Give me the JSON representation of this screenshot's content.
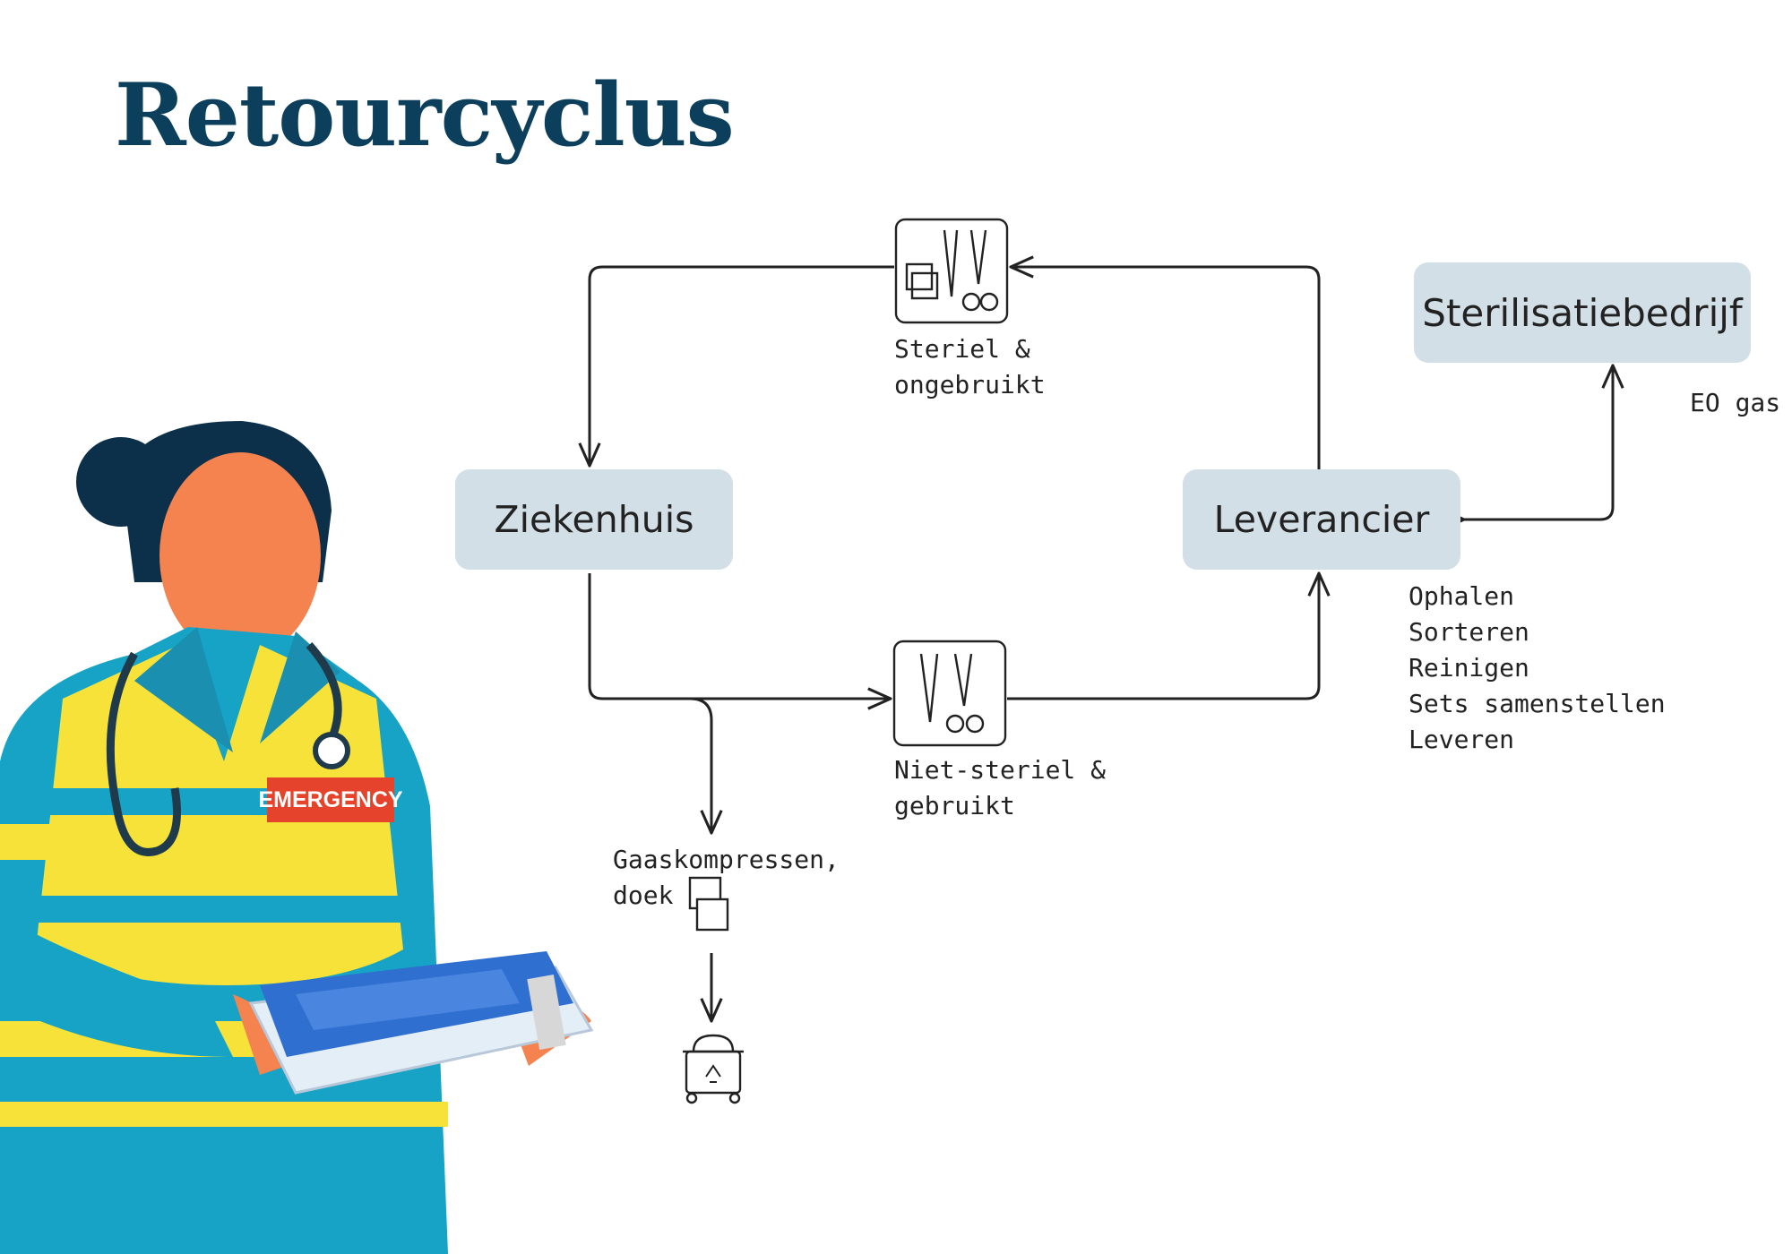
{
  "title": "Retourcyclus",
  "nodes": {
    "hospital": "Ziekenhuis",
    "supplier": "Leverancier",
    "sterilization": "Sterilisatiebedrijf"
  },
  "labels": {
    "sterile": [
      "Steriel &",
      "ongebruikt"
    ],
    "non_sterile": [
      "Niet-steriel &",
      "gebruikt"
    ],
    "gauze": [
      "Gaaskompressen,",
      "doek"
    ],
    "eo_gas": "EO gas",
    "supplier_steps": [
      "Ophalen",
      "Sorteren",
      "Reinigen",
      "Sets samenstellen",
      "Leveren"
    ]
  },
  "illustration": {
    "badge": "EMERGENCY"
  },
  "icons": {
    "sterile_set": "instruments-with-gauze-icon",
    "nonsterile_set": "instruments-icon",
    "gauze": "gauze-icon",
    "waste": "recycle-bin-icon"
  },
  "colors": {
    "title": "#0c3f5c",
    "node_fill": "#d3dfe7",
    "line": "#222222",
    "uniform_blue": "#16a3c6",
    "uniform_yellow": "#f7e23a",
    "skin": "#f4834f",
    "hair": "#0c2f4a",
    "tray": "#2f6fd0",
    "badge": "#e5432b"
  }
}
